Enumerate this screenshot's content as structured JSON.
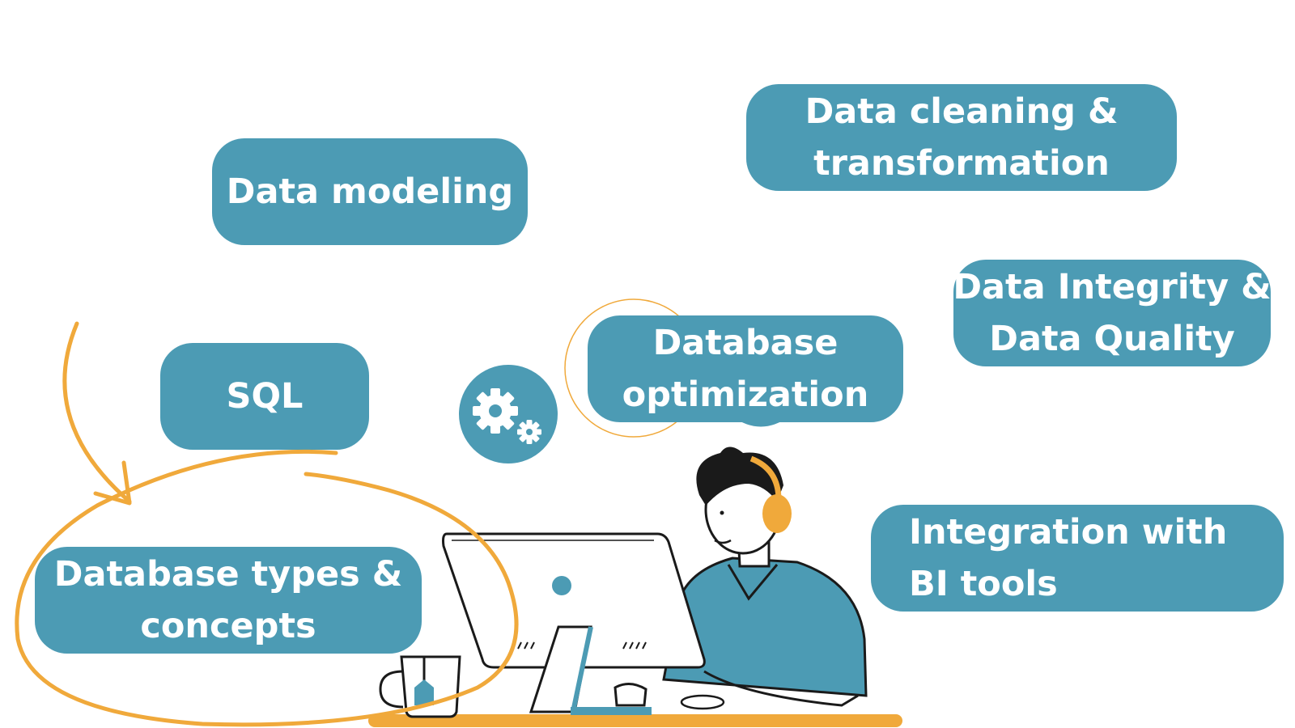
{
  "colors": {
    "pill_bg": "#4c9bb4",
    "pill_text": "#ffffff",
    "accent_orange": "#f0a93b",
    "outline": "#1a1a1a"
  },
  "topics": {
    "data_modeling": [
      "Data modeling"
    ],
    "data_cleaning": [
      "Data cleaning &",
      "transformation"
    ],
    "data_integrity": [
      "Data Integrity &",
      "Data Quality"
    ],
    "sql": [
      "SQL"
    ],
    "database_optimization": [
      "Database",
      "optimization"
    ],
    "database_types": [
      "Database types &",
      "concepts"
    ],
    "bi_integration": [
      "Integration with",
      "BI tools"
    ]
  },
  "icons": {
    "gears": "gears-icon",
    "arrow": "curved-arrow-icon",
    "circle_highlight": "hand-drawn-circle-icon",
    "person": "person-with-headphones-icon",
    "computer": "desktop-computer-icon",
    "mug": "coffee-mug-icon"
  }
}
